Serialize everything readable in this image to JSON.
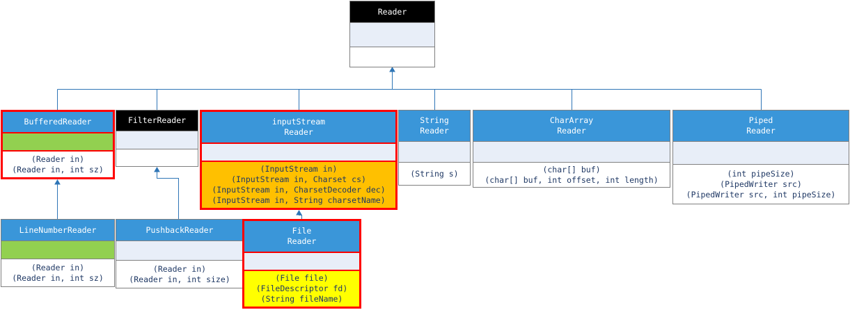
{
  "classes": {
    "reader": {
      "header": [
        "Reader"
      ],
      "constructors": []
    },
    "bufferedreader": {
      "header": [
        "BufferedReader"
      ],
      "constructors": [
        "(Reader in)",
        "(Reader in, int sz)"
      ]
    },
    "filterreader": {
      "header": [
        "FilterReader"
      ],
      "constructors": []
    },
    "inputstreamreader": {
      "header": [
        "inputStream",
        "Reader"
      ],
      "constructors": [
        "(InputStream in)",
        "(InputStream in, Charset cs)",
        "(InputStream in, CharsetDecoder dec)",
        "(InputStream in, String charsetName)"
      ]
    },
    "stringreader": {
      "header": [
        "String",
        "Reader"
      ],
      "constructors": [
        "(String s)"
      ]
    },
    "chararrayreader": {
      "header": [
        "CharArray",
        "Reader"
      ],
      "constructors": [
        "(char[] buf)",
        "(char[] buf, int offset, int length)"
      ]
    },
    "pipedreader": {
      "header": [
        "Piped",
        "Reader"
      ],
      "constructors": [
        "(int pipeSize)",
        "(PipedWriter src)",
        "(PipedWriter src, int pipeSize)"
      ]
    },
    "linenumberreader": {
      "header": [
        "LineNumberReader"
      ],
      "constructors": [
        "(Reader in)",
        "(Reader in, int sz)"
      ]
    },
    "pushbackreader": {
      "header": [
        "PushbackReader"
      ],
      "constructors": [
        "(Reader in)",
        "(Reader in, int size)"
      ]
    },
    "filereader": {
      "header": [
        "File",
        "Reader"
      ],
      "constructors": [
        "(File file)",
        "(FileDescriptor fd)",
        "(String fileName)"
      ]
    }
  },
  "colors": {
    "header_blue": "#3a96d9",
    "header_black": "#000000",
    "field_gray": "#e8eef8",
    "field_green": "#92d050",
    "highlight_red": "#ff0000",
    "ctor_orange": "#ffc000",
    "ctor_yellow": "#ffff00",
    "connector": "#2e75b6"
  }
}
